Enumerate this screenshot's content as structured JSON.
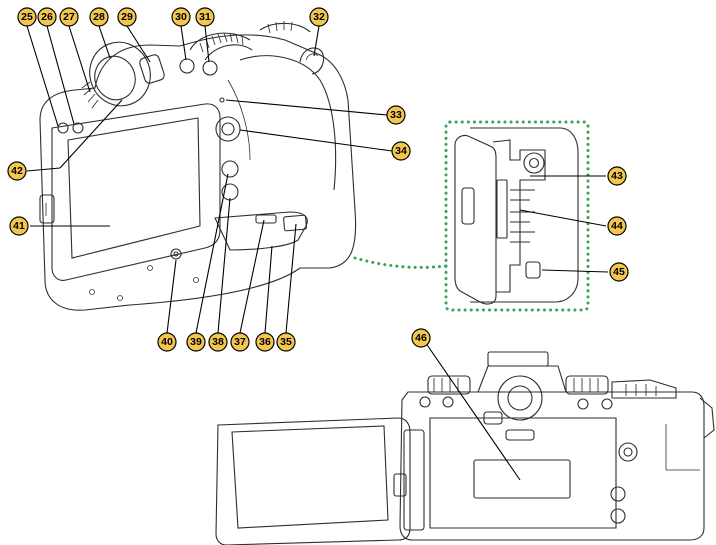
{
  "callouts": [
    "25",
    "26",
    "27",
    "28",
    "29",
    "30",
    "31",
    "32",
    "33",
    "34",
    "35",
    "36",
    "37",
    "38",
    "39",
    "40",
    "41",
    "42",
    "43",
    "44",
    "45",
    "46"
  ],
  "colors": {
    "callout_fill": "#f3c64d",
    "callout_stroke": "#000000",
    "inset_border": "#3aa35a",
    "line": "#2e2e2e"
  },
  "icons": [
    "camera-rear-view",
    "camera-rear-view-flip-screen",
    "battery-chamber-inset"
  ]
}
